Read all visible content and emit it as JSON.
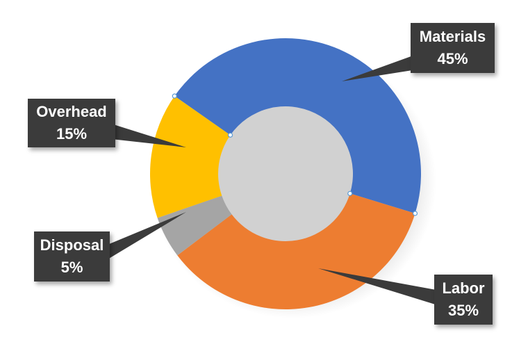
{
  "chart_data": {
    "type": "doughnut",
    "title": "",
    "categories": [
      "Materials",
      "Labor",
      "Disposal",
      "Overhead"
    ],
    "values": [
      45,
      35,
      5,
      15
    ],
    "value_labels": [
      "45%",
      "35%",
      "5%",
      "15%"
    ],
    "colors": [
      "#4472C4",
      "#ED7D31",
      "#A5A5A5",
      "#FFC000"
    ],
    "legend": "none",
    "data_labels": "callouts"
  }
}
